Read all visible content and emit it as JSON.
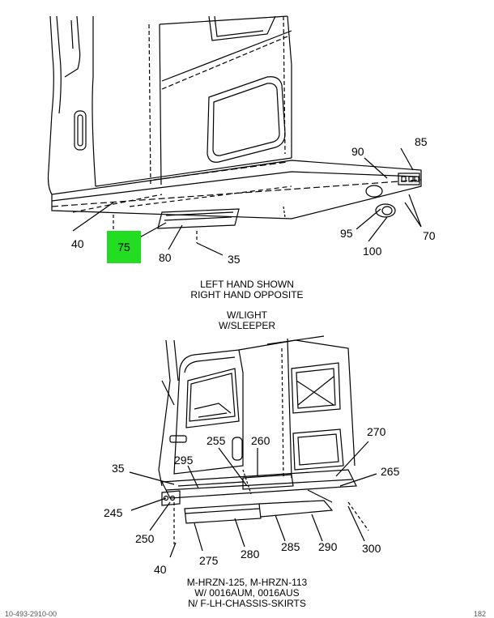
{
  "top_diagram": {
    "callouts": {
      "c85": "85",
      "c90": "90",
      "c70": "70",
      "c95": "95",
      "c100": "100",
      "c40": "40",
      "c75": "75",
      "c80": "80",
      "c35": "35"
    },
    "caption_line1": "LEFT HAND SHOWN",
    "caption_line2": "RIGHT HAND OPPOSITE",
    "caption_line3": "W/LIGHT",
    "caption_line4": "W/SLEEPER",
    "highlight_color": "#22dd22"
  },
  "bottom_diagram": {
    "callouts": {
      "c255": "255",
      "c260": "260",
      "c270": "270",
      "c35": "35",
      "c295": "295",
      "c265": "265",
      "c245": "245",
      "c250": "250",
      "c280": "280",
      "c285": "285",
      "c290": "290",
      "c300": "300",
      "c275": "275",
      "c40": "40"
    },
    "caption_line1": "M-HRZN-125, M-HRZN-113",
    "caption_line2": "W/ 0016AUM, 0016AUS",
    "caption_line3": "N/ F-LH-CHASSIS-SKIRTS"
  },
  "footer": {
    "left_fragment": "10-493-2910-00",
    "right_fragment": "182"
  }
}
